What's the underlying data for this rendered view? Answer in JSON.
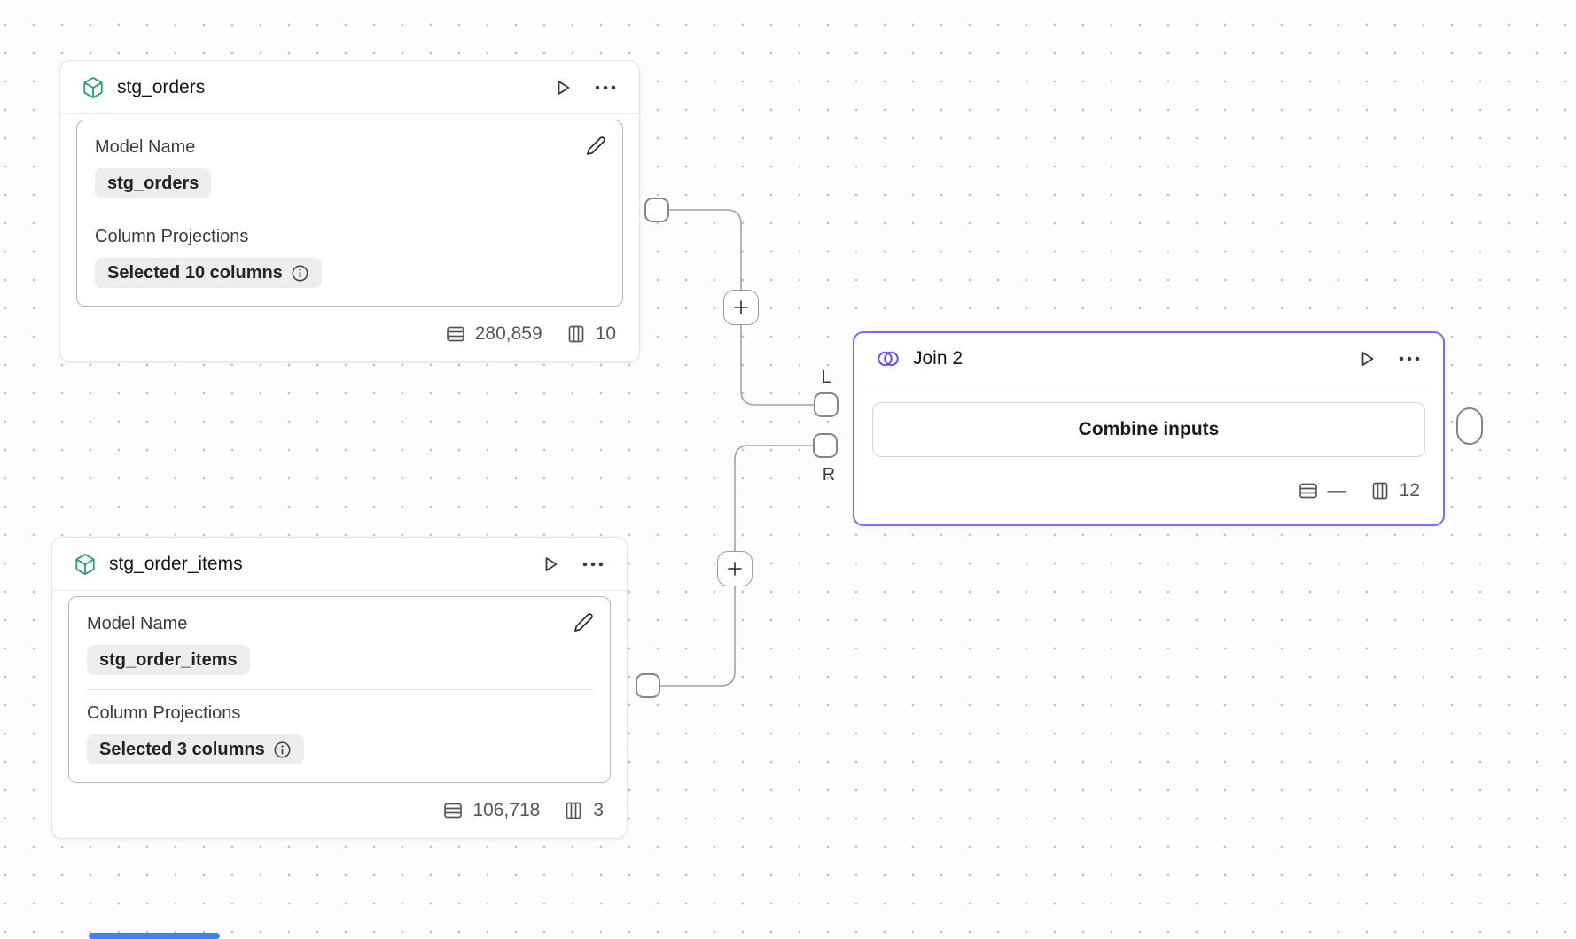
{
  "canvas": {
    "background_color": "#fcfcfc",
    "dot_color": "#c3c3c3"
  },
  "colors": {
    "model_icon_green": "#2e9e6b",
    "join_accent_purple": "#7d6bf2",
    "join_icon_purple": "#5b4ff0",
    "connector_gray": "#a1a1aa",
    "scroll_accent_blue": "#3b82f6"
  },
  "edges": {
    "left_port_label": "L",
    "right_port_label": "R"
  },
  "nodes": [
    {
      "title": "stg_orders",
      "icon": "cube-icon",
      "fields": [
        {
          "label": "Model Name",
          "value": "stg_orders"
        },
        {
          "label": "Column Projections",
          "value": "Selected 10 columns"
        }
      ],
      "stats": {
        "rows": "280,859",
        "columns": "10"
      }
    },
    {
      "title": "stg_order_items",
      "icon": "cube-icon",
      "fields": [
        {
          "label": "Model Name",
          "value": "stg_order_items"
        },
        {
          "label": "Column Projections",
          "value": "Selected 3 columns"
        }
      ],
      "stats": {
        "rows": "106,718",
        "columns": "3"
      }
    },
    {
      "title": "Join 2",
      "icon": "join-icon",
      "button_label": "Combine inputs",
      "stats": {
        "rows": "—",
        "columns": "12"
      }
    }
  ]
}
